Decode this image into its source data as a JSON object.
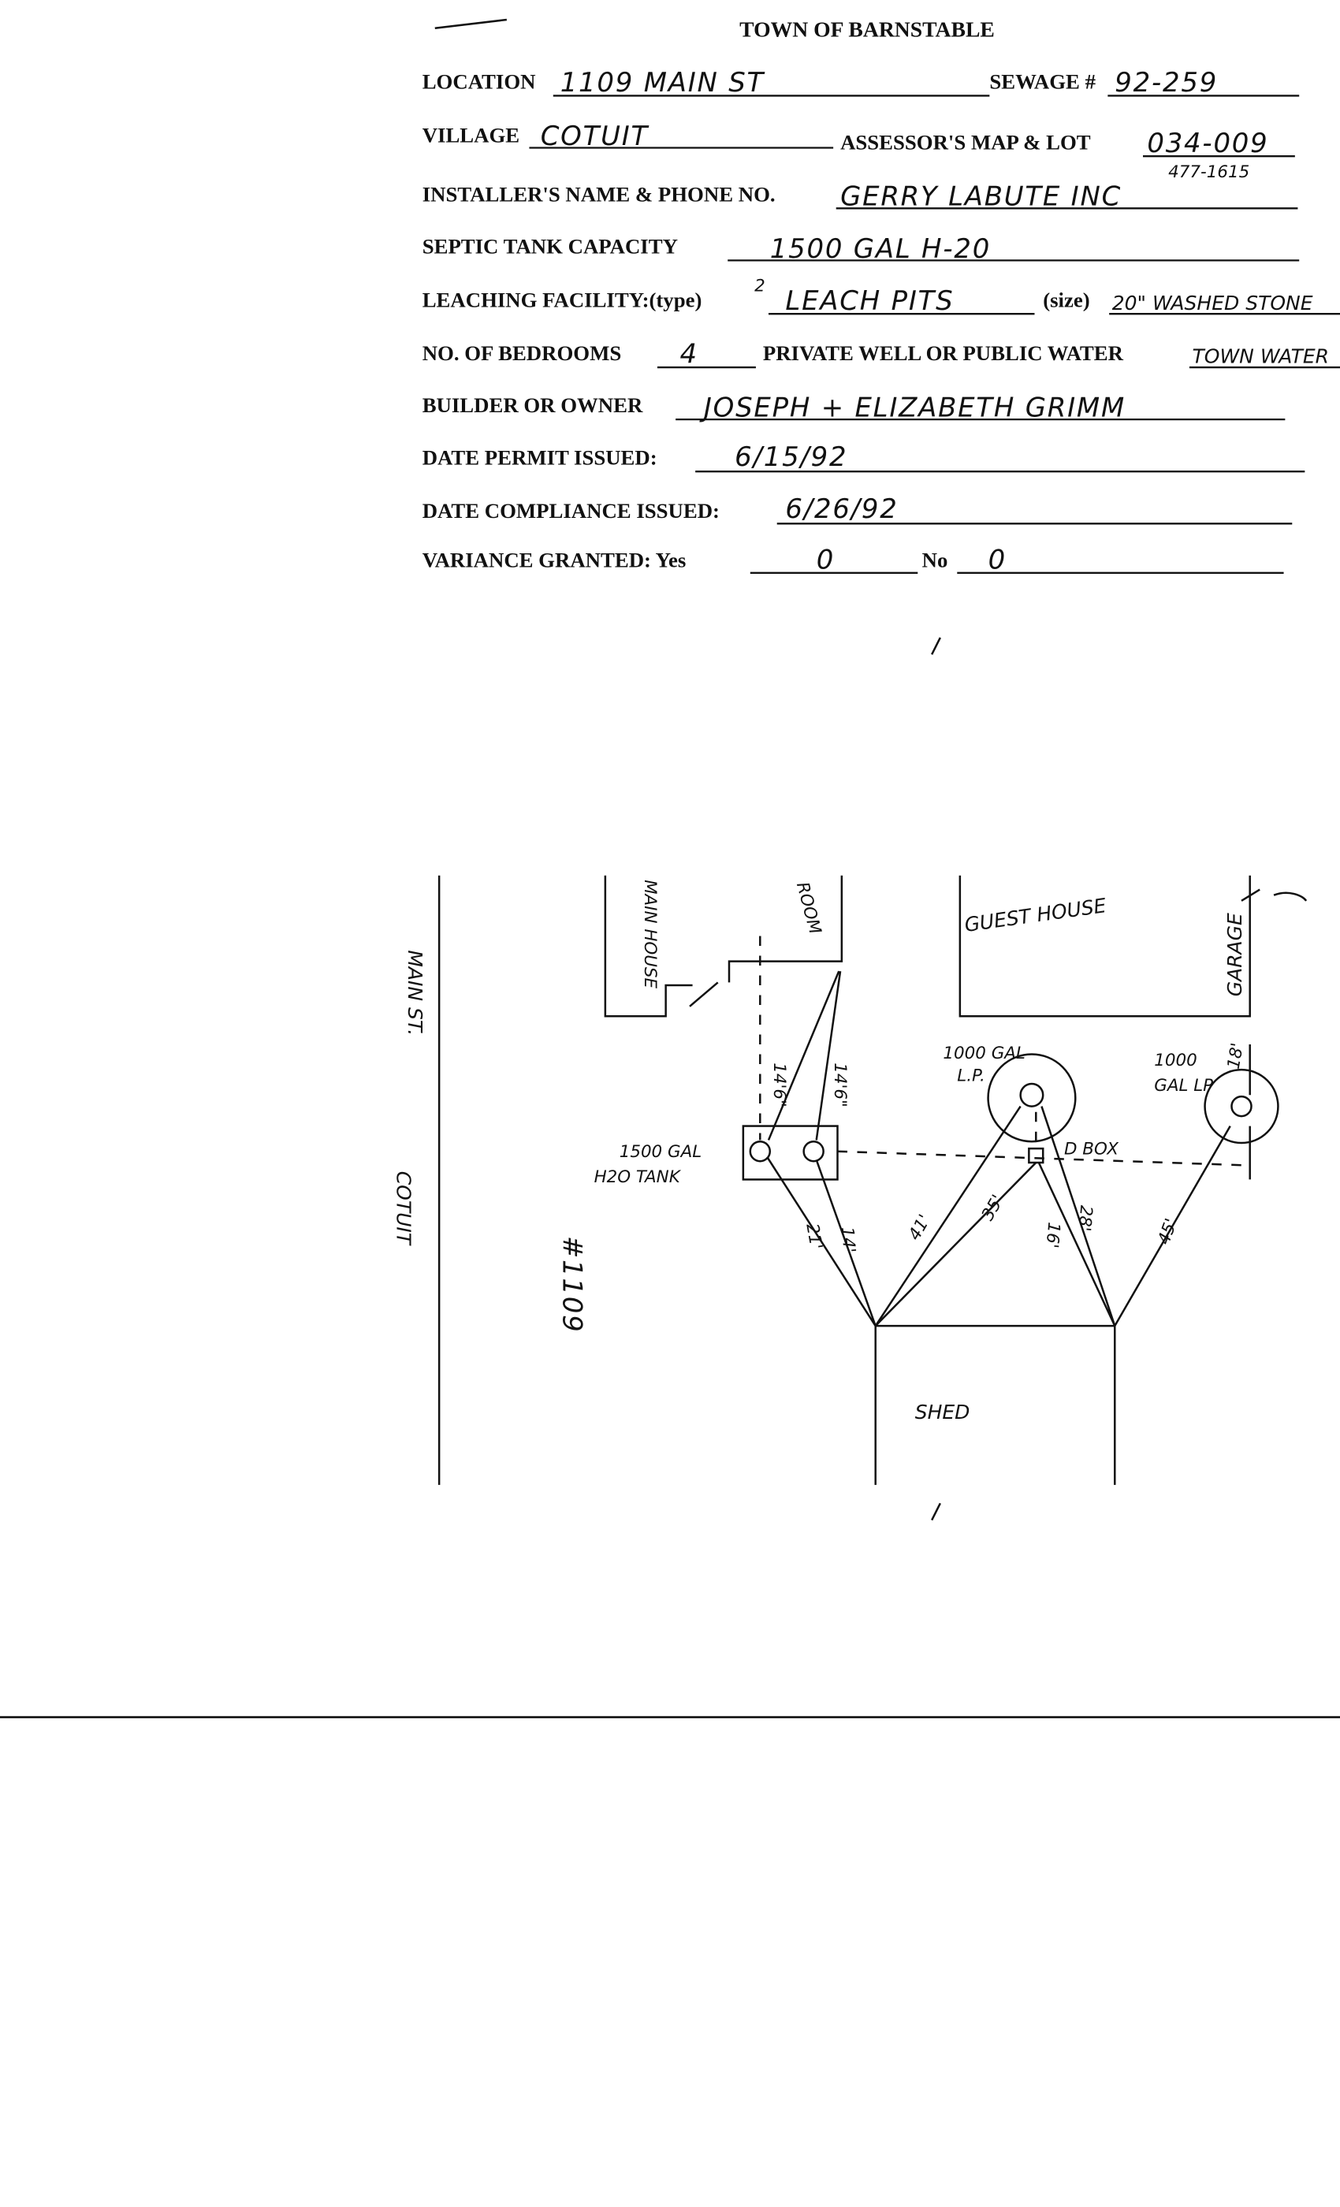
{
  "header": {
    "title": "TOWN OF BARNSTABLE"
  },
  "form": {
    "location_label": "LOCATION",
    "location_value": "1109 MAIN ST",
    "sewage_label": "SEWAGE #",
    "sewage_value": "92-259",
    "village_label": "VILLAGE",
    "village_value": "COTUIT",
    "map_lot_label": "ASSESSOR'S  MAP & LOT",
    "map_lot_value": "034-009",
    "installer_label": "INSTALLER'S NAME & PHONE NO.",
    "installer_value": "GERRY LABUTE INC",
    "installer_phone": "477-1615",
    "tank_label": "SEPTIC TANK CAPACITY",
    "tank_value": "1500 GAL  H-20",
    "leaching_label": "LEACHING FACILITY:(type)",
    "leaching_count": "2",
    "leaching_value": "LEACH PITS",
    "size_label": "(size)",
    "size_value": "20\" WASHED STONE",
    "bedrooms_label": "NO. OF BEDROOMS",
    "bedrooms_value": "4",
    "water_label": "PRIVATE WELL OR PUBLIC WATER",
    "water_value": "TOWN WATER",
    "owner_label": "BUILDER OR OWNER",
    "owner_value": "JOSEPH + ELIZABETH GRIMM",
    "permit_label": "DATE PERMIT ISSUED:",
    "permit_value": "6/15/92",
    "compliance_label": "DATE  COMPLIANCE ISSUED:",
    "compliance_value": "6/26/92",
    "variance_label": "VARIANCE GRANTED:  Yes",
    "variance_yes": "0",
    "variance_no_label": "No",
    "variance_no": "0"
  },
  "sketch": {
    "street": "MAIN ST.",
    "village": "COTUIT",
    "house_number": "#1109",
    "main_house": "MAIN HOUSE",
    "room": "ROOM",
    "guest_house": "GUEST HOUSE",
    "garage": "GARAGE",
    "tank_line1": "1500 GAL",
    "tank_line2": "H2O TANK",
    "lp1_line1": "1000 GAL",
    "lp1_line2": "L.P.",
    "lp2_line1": "1000",
    "lp2_line2": "GAL LP",
    "dbox": "D BOX",
    "shed": "SHED",
    "dims": [
      "14'6\"",
      "14'6\"",
      "21'",
      "14'",
      "41'",
      "35'",
      "16'",
      "28'",
      "45'",
      "18'"
    ]
  }
}
